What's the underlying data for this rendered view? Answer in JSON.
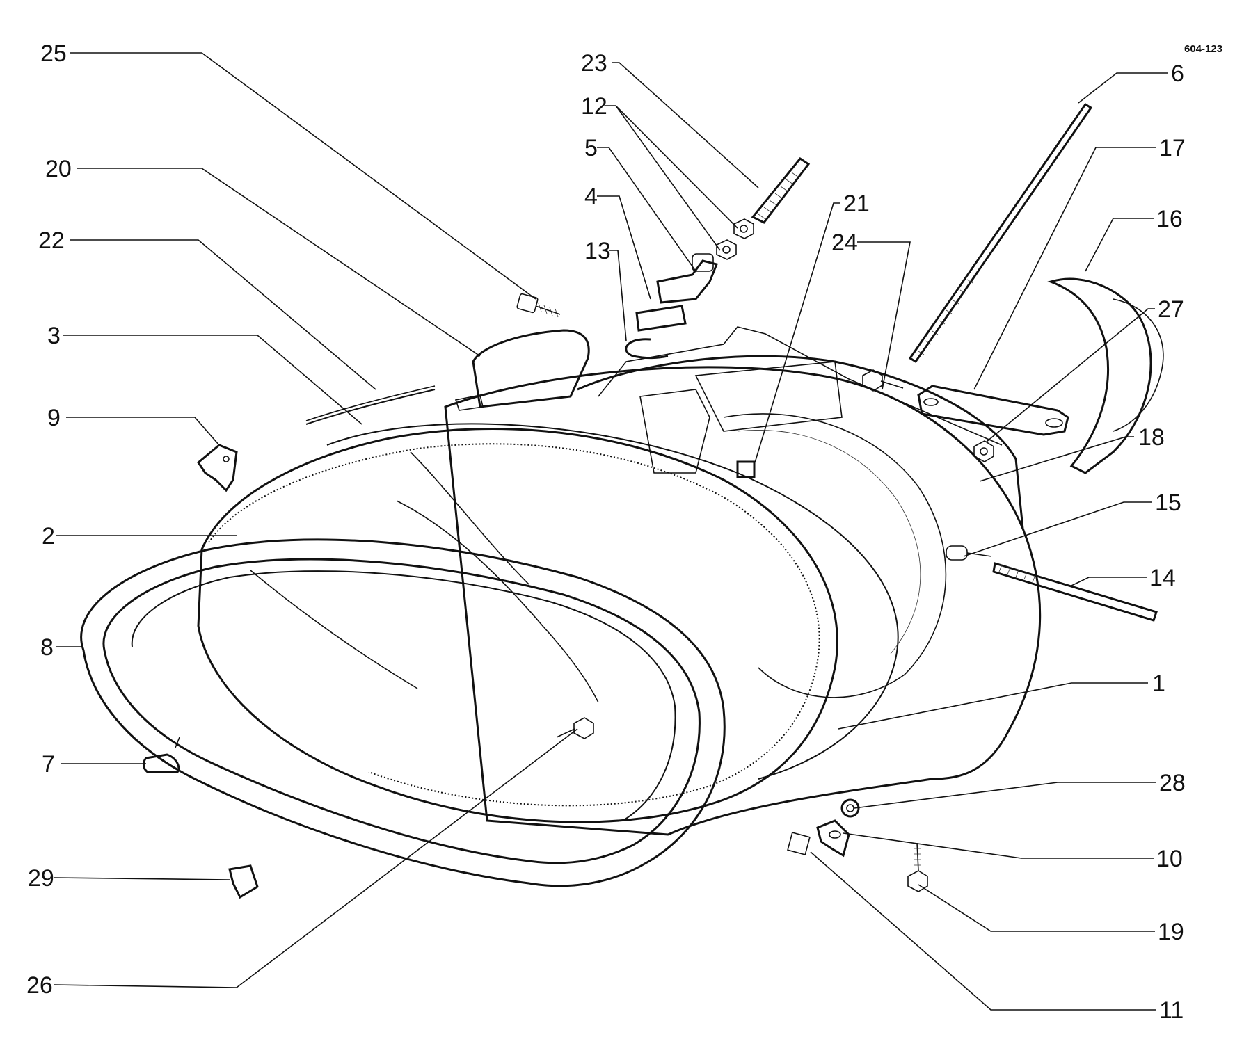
{
  "drawing_code": "604-123",
  "callouts": [
    "25",
    "23",
    "12",
    "5",
    "4",
    "13",
    "20",
    "22",
    "3",
    "9",
    "2",
    "8",
    "7",
    "29",
    "26",
    "6",
    "17",
    "16",
    "27",
    "21",
    "24",
    "18",
    "15",
    "14",
    "1",
    "28",
    "10",
    "19",
    "11"
  ],
  "colors": {
    "ink": "#111111",
    "paper": "#ffffff"
  }
}
